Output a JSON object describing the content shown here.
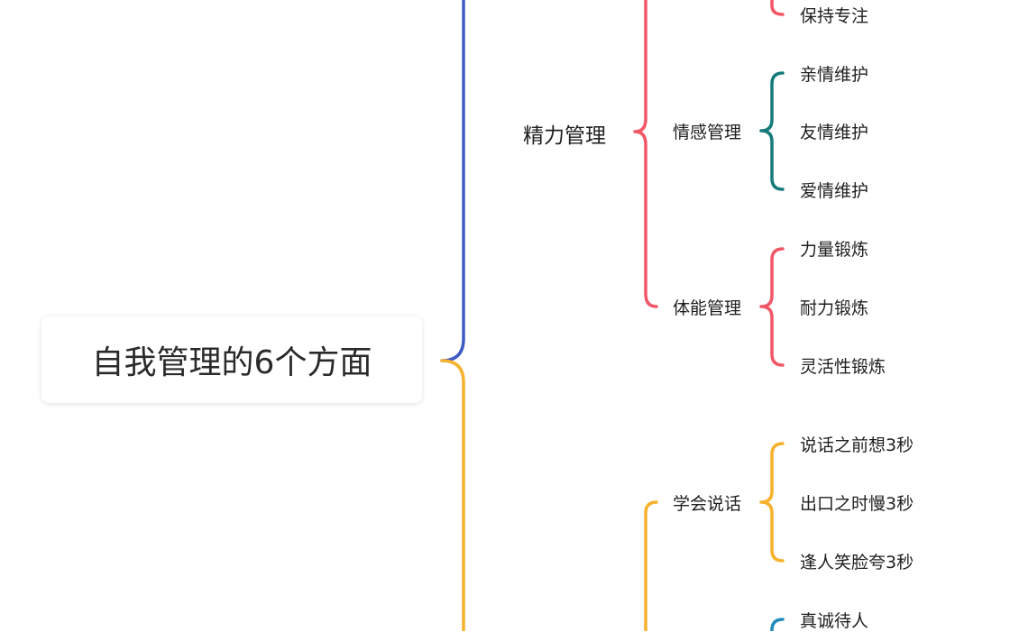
{
  "root": {
    "title": "自我管理的6个方面"
  },
  "colors": {
    "blue": "#3f5bc4",
    "red": "#f25767",
    "teal": "#167a7b",
    "orange": "#f7b12d",
    "cyan": "#1f8ab8"
  },
  "branches": {
    "energy": {
      "label": "精力管理",
      "emotion": {
        "label": "情感管理",
        "items": [
          "亲情维护",
          "友情维护",
          "爱情维护"
        ]
      },
      "physical": {
        "label": "体能管理",
        "items": [
          "力量锻炼",
          "耐力锻炼",
          "灵活性锻炼"
        ]
      }
    },
    "top_leaf": "保持专注",
    "speech": {
      "label": "学会说话",
      "items": [
        "说话之前想3秒",
        "出口之时慢3秒",
        "逢人笑脸夸3秒"
      ]
    },
    "partial_leaf": "真诚待人"
  }
}
